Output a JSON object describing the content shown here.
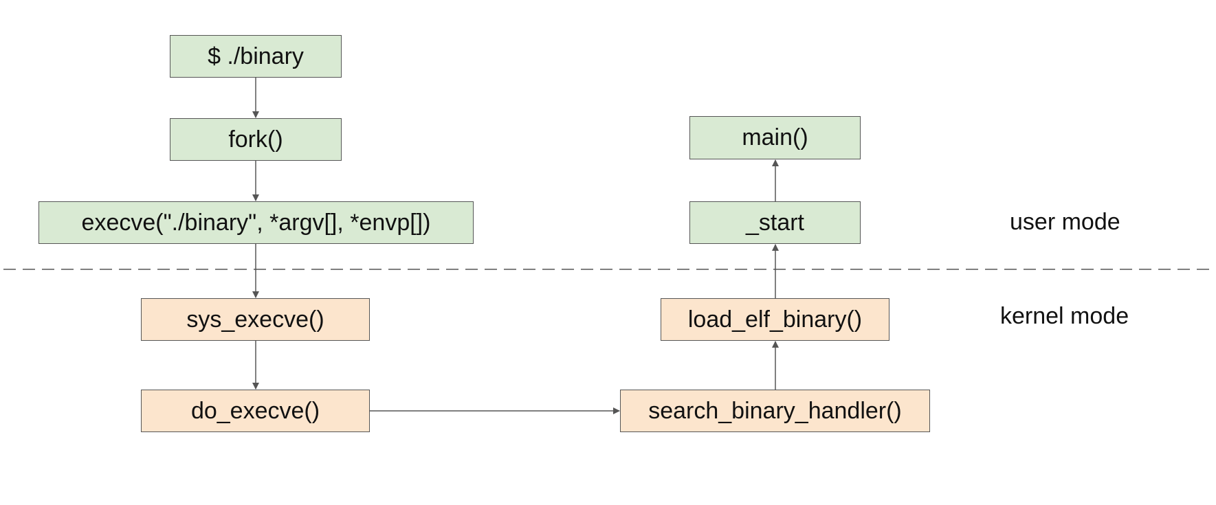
{
  "nodes": {
    "shell_command": "$ ./binary",
    "fork": "fork()",
    "execve": "execve(\"./binary\", *argv[], *envp[])",
    "sys_execve": "sys_execve()",
    "do_execve": "do_execve()",
    "search_binary_handler": "search_binary_handler()",
    "load_elf_binary": "load_elf_binary()",
    "start": "_start",
    "main": "main()"
  },
  "modes": {
    "user": "user mode",
    "kernel": "kernel mode"
  },
  "colors": {
    "user_fill": "#d9ead3",
    "kernel_fill": "#fce5cd",
    "border": "#555555",
    "arrow": "#555555",
    "divider": "#555555"
  }
}
